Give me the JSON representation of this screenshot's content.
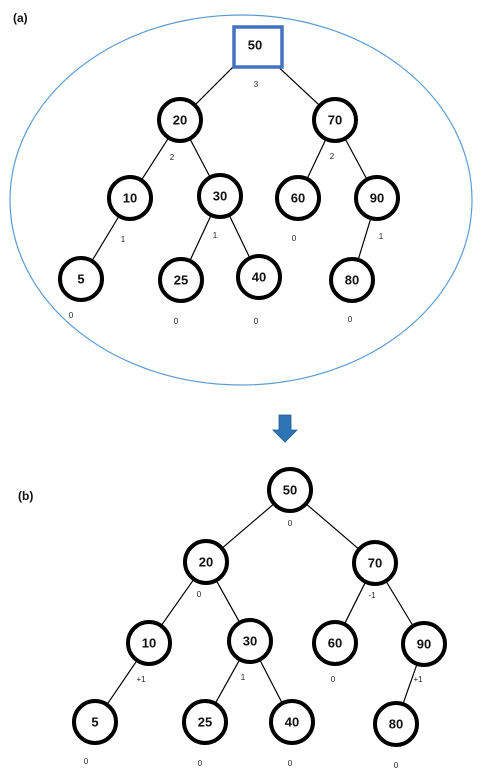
{
  "colors": {
    "ellipse": "#5b9bd5",
    "arrow": "#2e75b6",
    "root_box": "#4472c4",
    "node_stroke": "#000000",
    "edge": "#000000"
  },
  "panels": [
    {
      "tag": "(a)",
      "root_marker": "box",
      "nodes": [
        {
          "id": "50",
          "label": "50",
          "balance": "3"
        },
        {
          "id": "20",
          "label": "20",
          "balance": "2"
        },
        {
          "id": "70",
          "label": "70",
          "balance": "2"
        },
        {
          "id": "10",
          "label": "10",
          "balance": "1"
        },
        {
          "id": "30",
          "label": "30",
          "balance": "1"
        },
        {
          "id": "60",
          "label": "60",
          "balance": "0"
        },
        {
          "id": "90",
          "label": "90",
          "balance": "1"
        },
        {
          "id": "5",
          "label": "5",
          "balance": "0"
        },
        {
          "id": "25",
          "label": "25",
          "balance": "0"
        },
        {
          "id": "40",
          "label": "40",
          "balance": "0"
        },
        {
          "id": "80",
          "label": "80",
          "balance": "0"
        }
      ],
      "edges": [
        [
          "50",
          "20"
        ],
        [
          "50",
          "70"
        ],
        [
          "20",
          "10"
        ],
        [
          "20",
          "30"
        ],
        [
          "70",
          "60"
        ],
        [
          "70",
          "90"
        ],
        [
          "10",
          "5"
        ],
        [
          "30",
          "25"
        ],
        [
          "30",
          "40"
        ],
        [
          "90",
          "80"
        ]
      ]
    },
    {
      "tag": "(b)",
      "root_marker": "circle",
      "nodes": [
        {
          "id": "50",
          "label": "50",
          "balance": "0"
        },
        {
          "id": "20",
          "label": "20",
          "balance": "0"
        },
        {
          "id": "70",
          "label": "70",
          "balance": "-1"
        },
        {
          "id": "10",
          "label": "10",
          "balance": "+1"
        },
        {
          "id": "30",
          "label": "30",
          "balance": "1"
        },
        {
          "id": "60",
          "label": "60",
          "balance": "0"
        },
        {
          "id": "90",
          "label": "90",
          "balance": "+1"
        },
        {
          "id": "5",
          "label": "5",
          "balance": "0"
        },
        {
          "id": "25",
          "label": "25",
          "balance": "0"
        },
        {
          "id": "40",
          "label": "40",
          "balance": "0"
        },
        {
          "id": "80",
          "label": "80",
          "balance": "0"
        }
      ],
      "edges": [
        [
          "50",
          "20"
        ],
        [
          "50",
          "70"
        ],
        [
          "20",
          "10"
        ],
        [
          "20",
          "30"
        ],
        [
          "70",
          "60"
        ],
        [
          "70",
          "90"
        ],
        [
          "10",
          "5"
        ],
        [
          "30",
          "25"
        ],
        [
          "30",
          "40"
        ],
        [
          "90",
          "80"
        ]
      ]
    }
  ]
}
